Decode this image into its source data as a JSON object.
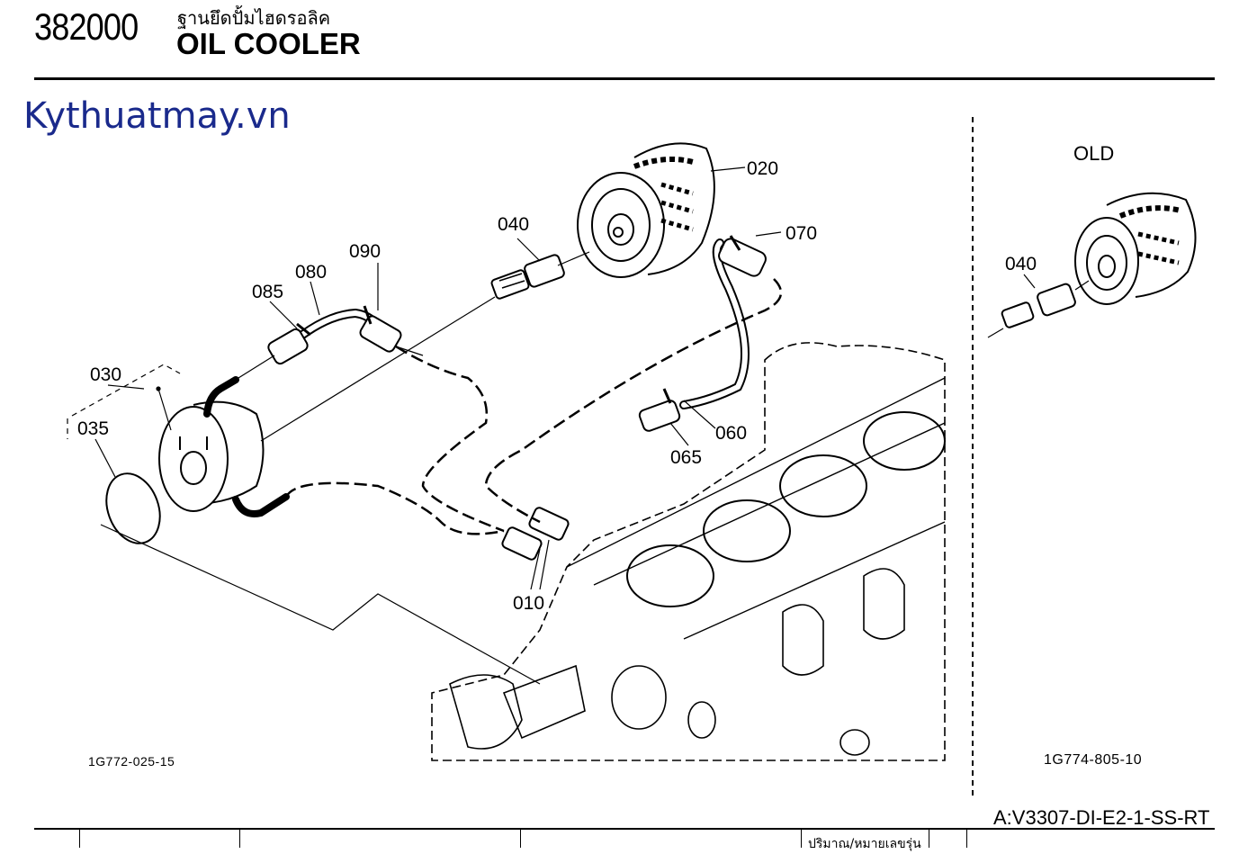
{
  "header": {
    "code": "382000",
    "title_thai": "ฐานยึดปั้มไฮดรอลิค",
    "title": "OIL COOLER"
  },
  "watermark": "Kythuatmay.vn",
  "old_label": "OLD",
  "callouts": [
    "020",
    "040",
    "070",
    "090",
    "080",
    "085",
    "030",
    "035",
    "060",
    "065",
    "010",
    "040"
  ],
  "figure_id_left": "1G772-025-15",
  "figure_id_right": "1G774-805-10",
  "model": "A:V3307-DI-E2-1-SS-RT",
  "footer": {
    "qty_label": "ปริมาณ/หมายเลขรุ่น"
  }
}
